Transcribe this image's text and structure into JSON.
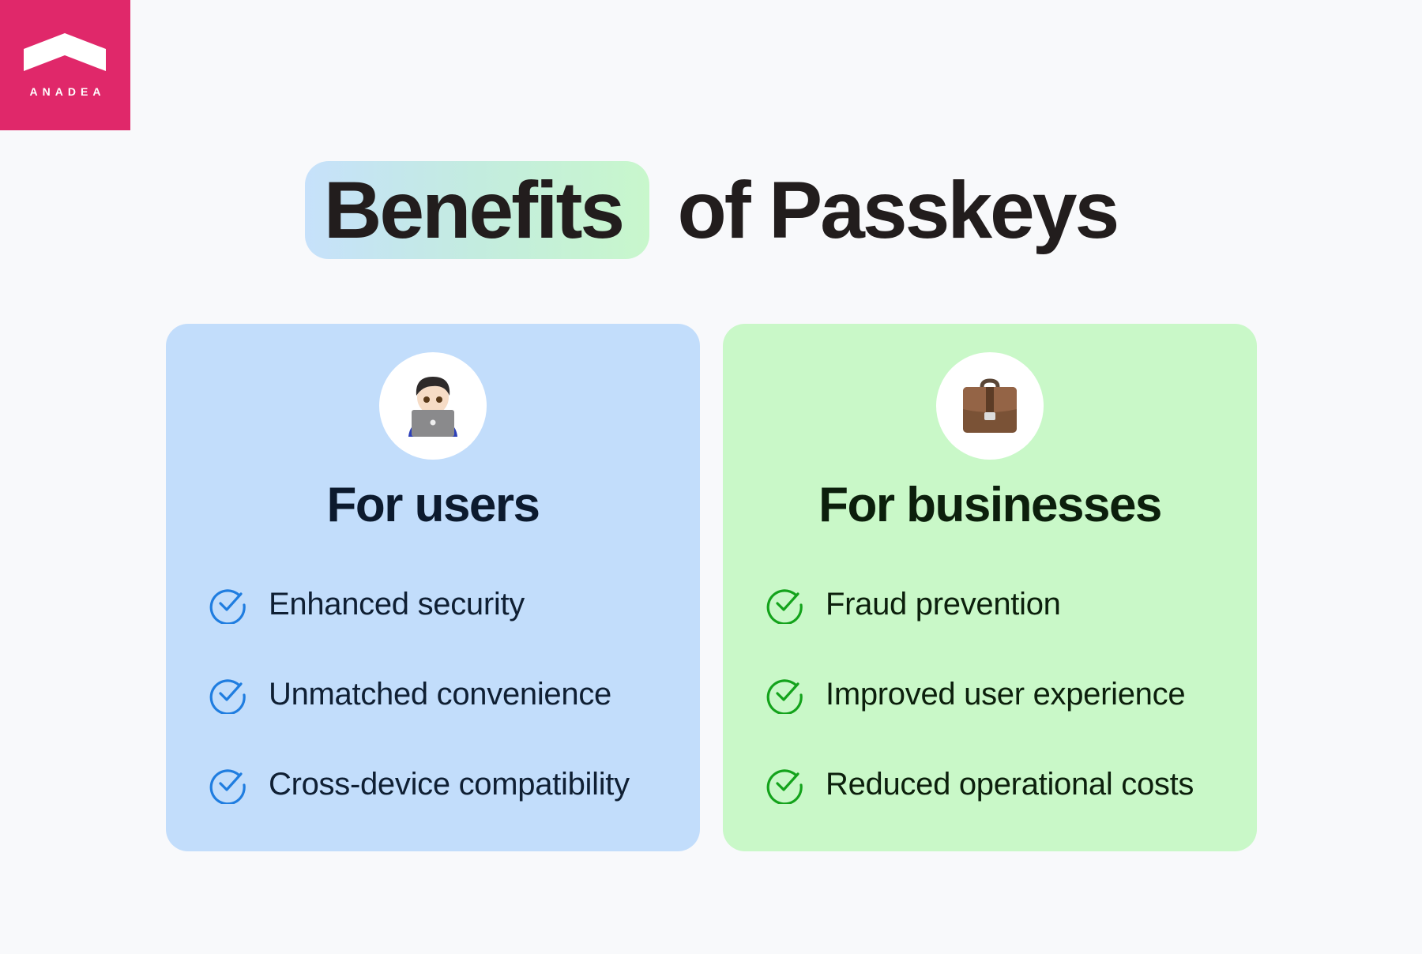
{
  "logo": {
    "brand": "ANADEA",
    "color": "#e0286a"
  },
  "title": {
    "highlight": "Benefits",
    "rest": "of Passkeys"
  },
  "cards": [
    {
      "heading": "For users",
      "icon": "person-with-laptop-icon",
      "background": "#c2ddfb",
      "check_color": "#1f7de0",
      "items": [
        "Enhanced security",
        "Unmatched convenience",
        "Cross-device compatibility"
      ]
    },
    {
      "heading": "For businesses",
      "icon": "briefcase-icon",
      "background": "#c9f8c8",
      "check_color": "#14a31c",
      "items": [
        "Fraud prevention",
        "Improved user experience",
        "Reduced operational costs"
      ]
    }
  ]
}
